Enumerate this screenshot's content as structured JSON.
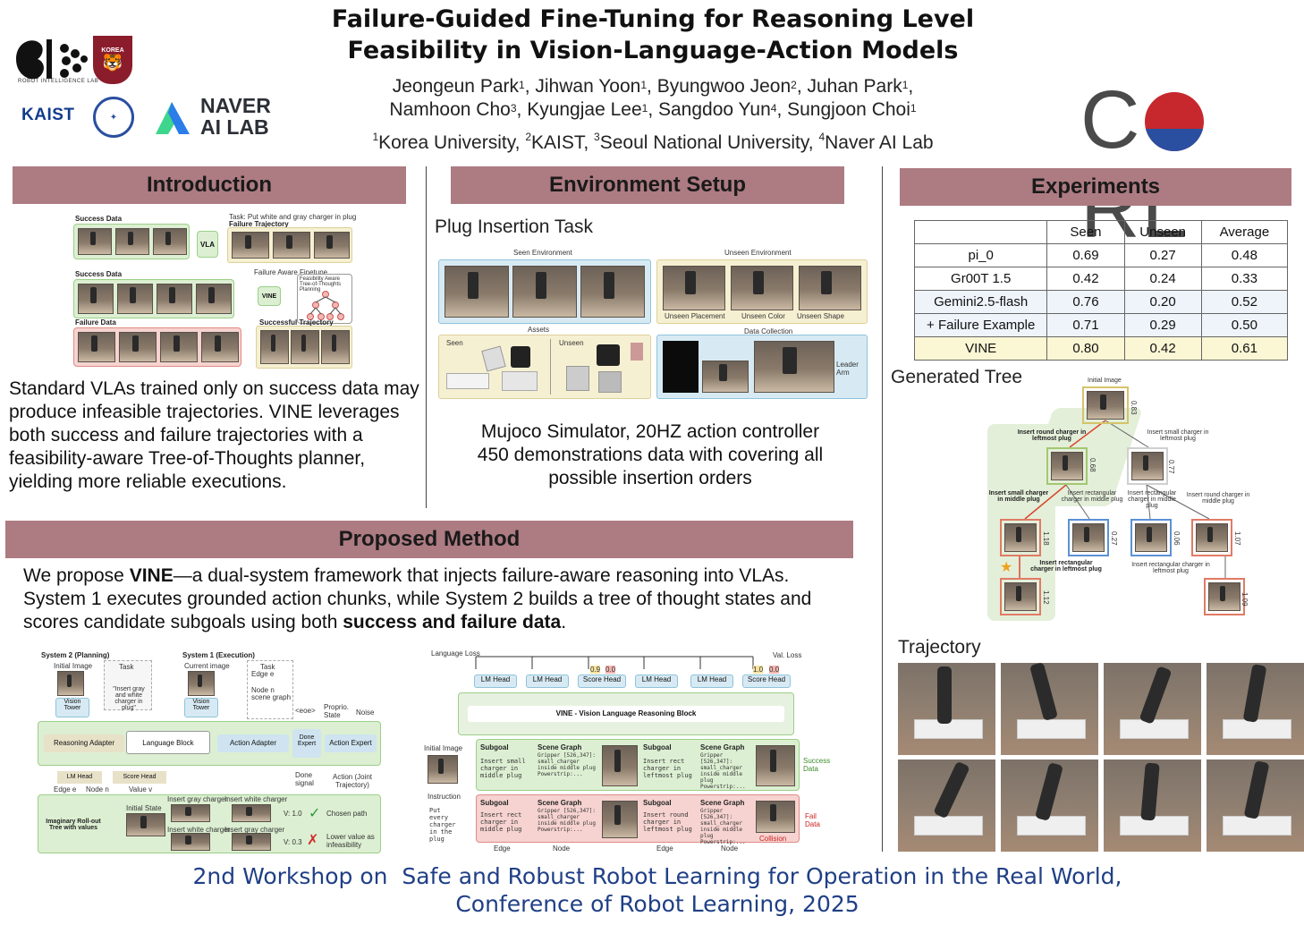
{
  "title": {
    "line1": "Failure-Guided Fine-Tuning for Reasoning Level",
    "line2": "Feasibility in Vision-Language-Action Models"
  },
  "authors": [
    {
      "name": "Jeongeun Park",
      "sup": "1"
    },
    {
      "name": "Jihwan Yoon",
      "sup": "1"
    },
    {
      "name": "Byungwoo Jeon",
      "sup": "2"
    },
    {
      "name": "Juhan Park",
      "sup": "1"
    },
    {
      "name": "Namhoon Cho",
      "sup": "3"
    },
    {
      "name": "Kyungjae Lee",
      "sup": "1"
    },
    {
      "name": "Sangdoo Yun",
      "sup": "4"
    },
    {
      "name": "Sungjoon Choi",
      "sup": "1"
    }
  ],
  "affiliations": [
    {
      "sup": "1",
      "name": "Korea University"
    },
    {
      "sup": "2",
      "name": "KAIST"
    },
    {
      "sup": "3",
      "name": "Seoul National University"
    },
    {
      "sup": "4",
      "name": "Naver AI Lab"
    }
  ],
  "logos": {
    "ril": "ROBOT INTELLIGENCE LAB",
    "korea": "KOREA",
    "kaist": "KAIST",
    "naver_line1": "NAVER",
    "naver_line2": "AI LAB",
    "corl_c": "C",
    "corl_rl": "RL"
  },
  "sections": {
    "intro": "Introduction",
    "env": "Environment Setup",
    "experiments": "Experiments",
    "method": "Proposed Method"
  },
  "intro": {
    "fig": {
      "success_data": "Success Data",
      "task": "Task: Put white and gray charger in plug",
      "failure_traj": "Failure Trajectory",
      "vla": "VLA",
      "success_data2": "Success Data",
      "faft": "Failure Aware Finetune",
      "fatot": "Feasibility Aware Tree-of-Thoughts Planning",
      "vine": "VINE",
      "failure_data": "Failure Data",
      "successful_traj": "Successful Trajectory"
    },
    "text": "Standard VLAs trained only on success data may produce infeasible trajectories. VINE leverages both success and failure trajectories with a feasibility-aware Tree-of-Thoughts planner, yielding more reliable executions."
  },
  "env": {
    "subtitle": "Plug Insertion Task",
    "fig": {
      "seen_env": "Seen Environment",
      "unseen_env": "Unseen Environment",
      "unseen_placement": "Unseen Placement",
      "unseen_color": "Unseen Color",
      "unseen_shape": "Unseen Shape",
      "assets": "Assets",
      "seen": "Seen",
      "unseen": "Unseen",
      "data_collection": "Data Collection",
      "leader_arm": "Leader Arm"
    },
    "line1": "Mujoco Simulator, 20HZ action controller",
    "line2": "450 demonstrations data with covering all possible insertion orders"
  },
  "method": {
    "p_pre": "We propose ",
    "p_vine": "VINE",
    "p_mid": "—a dual-system framework that injects failure-aware reasoning into VLAs. System 1 executes grounded action chunks, while System 2 builds a tree of thought states and scores candidate subgoals using both ",
    "p_bold": "success and failure data",
    "p_end": ".",
    "left_fig": {
      "sys2": "System 2 (Planning)",
      "sys1": "System 1 (Execution)",
      "initial_image": "Initial Image",
      "task": "Task",
      "task_text": "\"Insert gray and white charger in plug\"",
      "current_image": "Current image",
      "task2": "Task",
      "edge": "Edge e",
      "node": "Node n",
      "scene_graph": "scene graph",
      "vision_tower": "Vision Tower",
      "vision_tower2": "Vision Tower",
      "eoe": "<eoe>",
      "proprio": "Proprio. State",
      "noise": "Noise",
      "reasoning_adapter": "Reasoning Adapter",
      "language_block": "Language Block",
      "action_adapter": "Action Adapter",
      "done_expert": "Done Expert",
      "action_expert": "Action Expert",
      "lm_head": "LM Head",
      "score_head": "Score Head",
      "done_signal": "Done signal",
      "action": "Action (Joint Trajectory)",
      "edge_e1": "Edge e",
      "node_n2": "Node n",
      "value_v2": "Value v",
      "imaginary": "Imaginary Roll-out Tree with values",
      "initial_state": "Initial State",
      "insert_gray": "Insert gray charger",
      "insert_white": "Insert white charger",
      "insert_white2": "Insert white charger",
      "insert_gray2": "Insert gray charger",
      "v10": "V: 1.0",
      "v03": "V: 0.3",
      "chosen": "Chosen path",
      "lower": "Lower value as infeasibility"
    },
    "right_fig": {
      "language_loss": "Language Loss",
      "val_loss": "Val. Loss",
      "v09": "0.9",
      "v00a": "0.0",
      "v10": "1.0",
      "v00b": "0.0",
      "heads": [
        "LM Head",
        "LM Head",
        "Score Head",
        "LM Head",
        "LM Head",
        "Score Head"
      ],
      "vine_block": "VINE - Vision Language Reasoning Block",
      "initial_image": "Initial Image",
      "instruction": "Instruction",
      "instruction_text": "Put every charger in the plug",
      "subgoal": "Subgoal",
      "scene_graph": "Scene Graph",
      "s1_text": "Insert small charger in middle plug",
      "s2_text": "Insert rect charger in leftmost plug",
      "f1_text": "Insert rect charger in middle plug",
      "f2_text": "Insert round charger in leftmost plug",
      "sg_text": "Gripper [526,347]: small_charger inside middle plug Powerstrip:...",
      "success_data": "Success Data",
      "fail_data": "Fail Data",
      "edge": "Edge",
      "node": "Node",
      "edge2": "Edge",
      "node2": "Node",
      "collision": "Collision"
    }
  },
  "experiments": {
    "table": {
      "headers": [
        "",
        "Seen",
        "Unseen",
        "Average"
      ],
      "rows": [
        {
          "method": "pi_0",
          "seen": "0.69",
          "unseen": "0.27",
          "avg": "0.48"
        },
        {
          "method": "Gr00T 1.5",
          "seen": "0.42",
          "unseen": "0.24",
          "avg": "0.33"
        },
        {
          "method": "Gemini2.5-flash",
          "seen": "0.76",
          "unseen": "0.20",
          "avg": "0.52"
        },
        {
          "method": "+ Failure Example",
          "seen": "0.71",
          "unseen": "0.29",
          "avg": "0.50"
        },
        {
          "method": "VINE",
          "seen": "0.80",
          "unseen": "0.42",
          "avg": "0.61"
        }
      ]
    },
    "tree_title": "Generated Tree",
    "tree": {
      "initial": "Initial Image",
      "l1a": "Insert round charger in leftmost plug",
      "l1b": "Insert small charger in leftmost plug",
      "l2a": "Insert small charger in middle plug",
      "l2b": "Insert rectangular charger in middle plug",
      "l2c": "Insert rectangular charger in middle plug",
      "l2d": "Insert round charger in middle plug",
      "l3a": "Insert rectangular charger in leftmost plug",
      "l3b": "Insert rectangular charger in leftmost plug",
      "scores": [
        "0.83",
        "0.68",
        "0.77",
        "1.18",
        "0.27",
        "0.06",
        "1.07",
        "1.12",
        "1.09"
      ]
    },
    "traj_title": "Trajectory"
  },
  "footer": {
    "line1": "2nd Workshop on  Safe and Robust Robot Learning for Operation in the Real World,",
    "line2": "Conference of Robot Learning, 2025"
  },
  "colors": {
    "section_header": "#ad7b82",
    "footer_text": "#1f3f86",
    "success_green": "#dcefd2",
    "failure_red": "#f6d3d0",
    "vine_row": "#fbf6d4"
  }
}
